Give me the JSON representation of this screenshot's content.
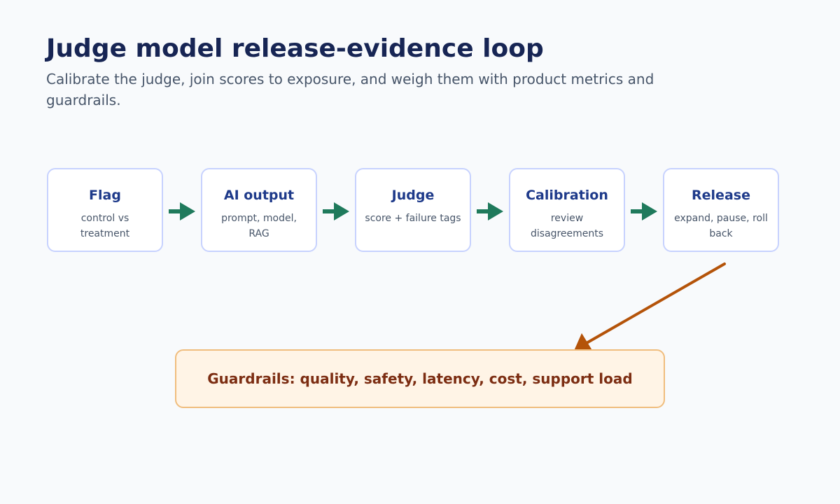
{
  "header": {
    "title": "Judge model release-evidence loop",
    "subtitle": "Calibrate the judge, join scores to exposure, and weigh them with product metrics and guardrails."
  },
  "stages": [
    {
      "title": "Flag",
      "desc": "control vs treatment"
    },
    {
      "title": "AI output",
      "desc": "prompt, model, RAG"
    },
    {
      "title": "Judge",
      "desc": "score + failure tags"
    },
    {
      "title": "Calibration",
      "desc": "review disagreements"
    },
    {
      "title": "Release",
      "desc": "expand, pause, roll back"
    }
  ],
  "guardrails": {
    "label": "Guardrails: quality, safety, latency, cost, support load"
  },
  "colors": {
    "flow_arrow": "#1f7a5c",
    "feedback_arrow": "#b45309",
    "stage_border": "#c7d2fe",
    "guardrail_fill": "#fff4e6",
    "guardrail_border": "#f0bd7d"
  },
  "icons": {
    "flow_arrow": "arrow-right-icon",
    "feedback_arrow": "arrow-down-left-icon"
  }
}
